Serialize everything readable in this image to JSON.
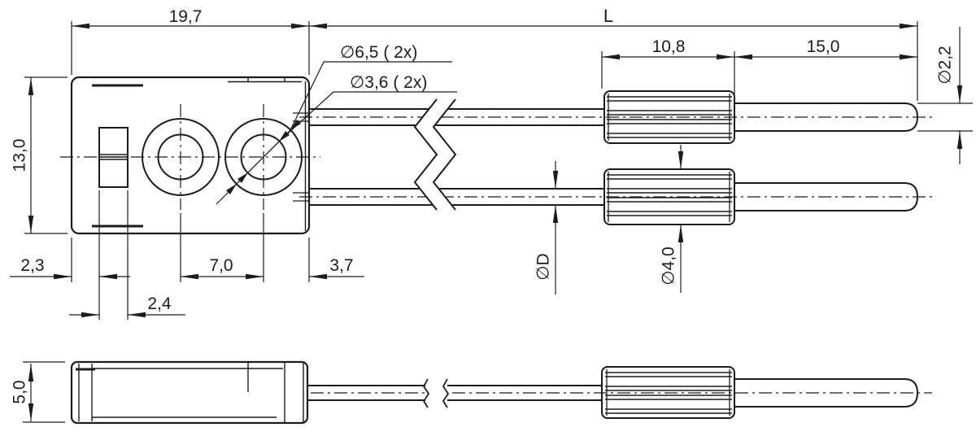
{
  "drawing": {
    "colors": {
      "line": "#1c1c1c",
      "background": "#ffffff"
    },
    "front_view": {
      "width_label": "19,7",
      "height_label": "13,0",
      "hole_outer_label": "∅6,5 ( 2x)",
      "hole_inner_label": "∅3,6 ( 2x)",
      "left_offset_label": "2,3",
      "slot_width_label": "2,4",
      "hole_pitch_label": "7,0",
      "right_offset_label": "3,7"
    },
    "fiber": {
      "total_length_label": "L",
      "ferrule_length_label": "10,8",
      "tip_length_label": "15,0",
      "tip_diameter_label": "∅2,2",
      "cable_diameter_label": "∅D",
      "ferrule_diameter_label": "∅4,0"
    },
    "side_view": {
      "thickness_label": "5,0"
    }
  }
}
